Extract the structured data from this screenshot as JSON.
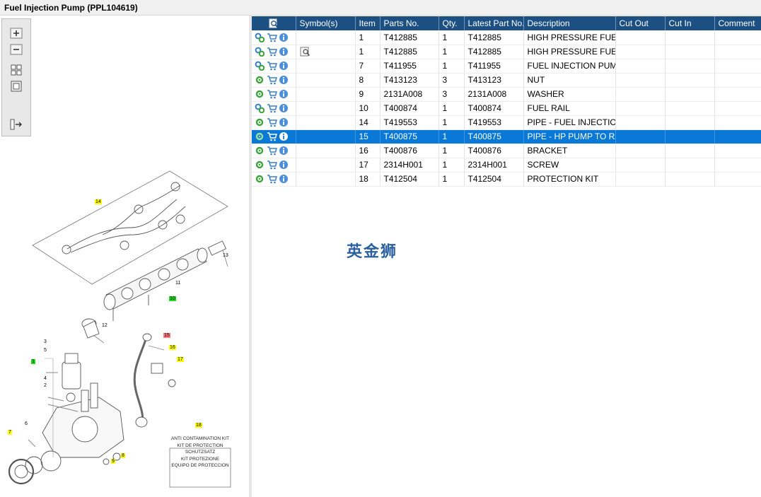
{
  "window": {
    "title": "Fuel Injection Pump (PPL104619)"
  },
  "toolbar": {
    "buttons": [
      {
        "name": "zoom-in-button",
        "icon": "zoom-in-icon"
      },
      {
        "name": "zoom-out-button",
        "icon": "zoom-out-icon"
      },
      {
        "name": "fit-page-button",
        "icon": "fit-page-icon"
      },
      {
        "name": "actual-size-button",
        "icon": "actual-size-icon"
      },
      {
        "name": "toggle-panel-button",
        "icon": "toggle-panel-icon"
      }
    ]
  },
  "diagram": {
    "callouts": [
      "14",
      "13",
      "11",
      "10",
      "12",
      "15",
      "16",
      "17",
      "3",
      "5",
      "1",
      "4",
      "2",
      "7",
      "6",
      "9",
      "8",
      "18"
    ],
    "kit_label": {
      "callout": "18",
      "lines": [
        "ANTI CONTAMINATION KIT",
        "KIT DE PROTECTION",
        "SCHUTZSATZ",
        "KIT PROTEZIONE",
        "EQUIPO DE PROTECCION"
      ]
    },
    "highlight_colors": {
      "yellow": "#ffff00",
      "green": "#22dd22",
      "red": "#ff7b7b"
    }
  },
  "table": {
    "columns": [
      "",
      "Symbol(s)",
      "Item",
      "Parts No.",
      "Qty.",
      "Latest Part No.",
      "Description",
      "Cut Out",
      "Cut In",
      "Comment"
    ],
    "header_icon": "search-document-icon",
    "rows": [
      {
        "type_icon": "gear-multi-icon",
        "symbol": "",
        "item": "1",
        "part": "T412885",
        "qty": "1",
        "latest": "T412885",
        "desc": "HIGH PRESSURE FUEL PU",
        "cut_out": "",
        "cut_in": "",
        "comment": ""
      },
      {
        "type_icon": "gear-multi-icon",
        "symbol": "search-document-icon",
        "item": "1",
        "part": "T412885",
        "qty": "1",
        "latest": "T412885",
        "desc": "HIGH PRESSURE FUEL PU",
        "cut_out": "",
        "cut_in": "",
        "comment": ""
      },
      {
        "type_icon": "gear-multi-icon",
        "symbol": "",
        "item": "7",
        "part": "T411955",
        "qty": "1",
        "latest": "T411955",
        "desc": "FUEL INJECTION PUMP G",
        "cut_out": "",
        "cut_in": "",
        "comment": ""
      },
      {
        "type_icon": "gear-icon",
        "symbol": "",
        "item": "8",
        "part": "T413123",
        "qty": "3",
        "latest": "T413123",
        "desc": "NUT",
        "cut_out": "",
        "cut_in": "",
        "comment": ""
      },
      {
        "type_icon": "gear-icon",
        "symbol": "",
        "item": "9",
        "part": "2131A008",
        "qty": "3",
        "latest": "2131A008",
        "desc": "WASHER",
        "cut_out": "",
        "cut_in": "",
        "comment": ""
      },
      {
        "type_icon": "gear-multi-icon",
        "symbol": "",
        "item": "10",
        "part": "T400874",
        "qty": "1",
        "latest": "T400874",
        "desc": "FUEL RAIL",
        "cut_out": "",
        "cut_in": "",
        "comment": ""
      },
      {
        "type_icon": "gear-icon",
        "symbol": "",
        "item": "14",
        "part": "T419553",
        "qty": "1",
        "latest": "T419553",
        "desc": "PIPE - FUEL INJECTION",
        "cut_out": "",
        "cut_in": "",
        "comment": ""
      },
      {
        "type_icon": "gear-icon",
        "symbol": "",
        "item": "15",
        "part": "T400875",
        "qty": "1",
        "latest": "T400875",
        "desc": "PIPE - HP PUMP TO RAIL",
        "cut_out": "",
        "cut_in": "",
        "comment": "",
        "selected": true
      },
      {
        "type_icon": "gear-icon",
        "symbol": "",
        "item": "16",
        "part": "T400876",
        "qty": "1",
        "latest": "T400876",
        "desc": "BRACKET",
        "cut_out": "",
        "cut_in": "",
        "comment": ""
      },
      {
        "type_icon": "gear-icon",
        "symbol": "",
        "item": "17",
        "part": "2314H001",
        "qty": "1",
        "latest": "2314H001",
        "desc": "SCREW",
        "cut_out": "",
        "cut_in": "",
        "comment": ""
      },
      {
        "type_icon": "gear-icon",
        "symbol": "",
        "item": "18",
        "part": "T412504",
        "qty": "1",
        "latest": "T412504",
        "desc": "PROTECTION KIT",
        "cut_out": "",
        "cut_in": "",
        "comment": ""
      }
    ],
    "action_icons": [
      "cart-icon",
      "info-icon"
    ],
    "header_color": "#1c4f82",
    "selected_color": "#0a78d7"
  },
  "watermark": {
    "text": "英金狮"
  }
}
